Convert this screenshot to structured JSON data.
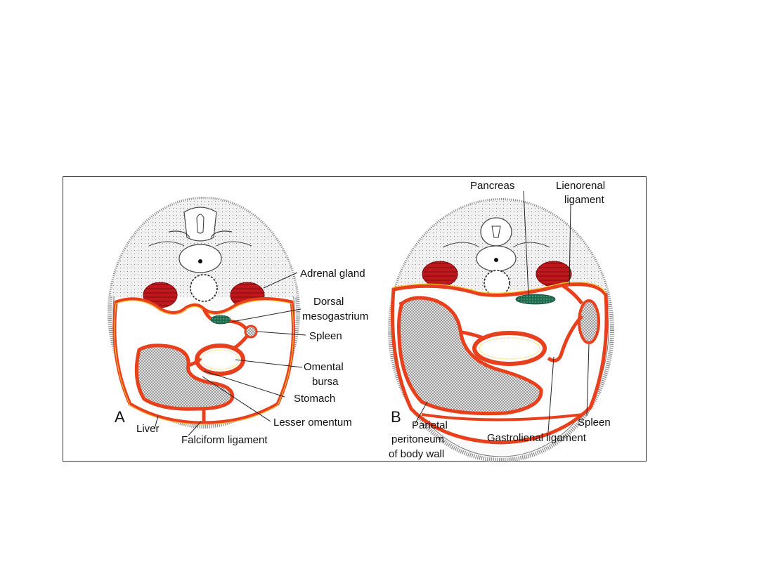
{
  "panels": {
    "a": {
      "letter": "A",
      "labels": {
        "adrenal_gland": "Adrenal gland",
        "dorsal_1": "Dorsal",
        "dorsal_2": "mesogastrium",
        "spleen": "Spleen",
        "omental_1": "Omental",
        "omental_2": "bursa",
        "stomach": "Stomach",
        "lesser_omentum": "Lesser omentum",
        "liver": "Liver",
        "falciform": "Falciform ligament"
      }
    },
    "b": {
      "letter": "B",
      "labels": {
        "pancreas": "Pancreas",
        "lienorenal_1": "Lienorenal",
        "lienorenal_2": "ligament",
        "spleen": "Spleen",
        "gastrolienal": "Gastrolienal ligament",
        "parietal_1": "Parietal",
        "parietal_2": "peritoneum",
        "parietal_3": "of body wall"
      }
    }
  },
  "colors": {
    "peritoneum": "#e8401c",
    "kidney": "#c0171c",
    "pancreas": "#1f6b4f",
    "body_wall": "#888888"
  }
}
